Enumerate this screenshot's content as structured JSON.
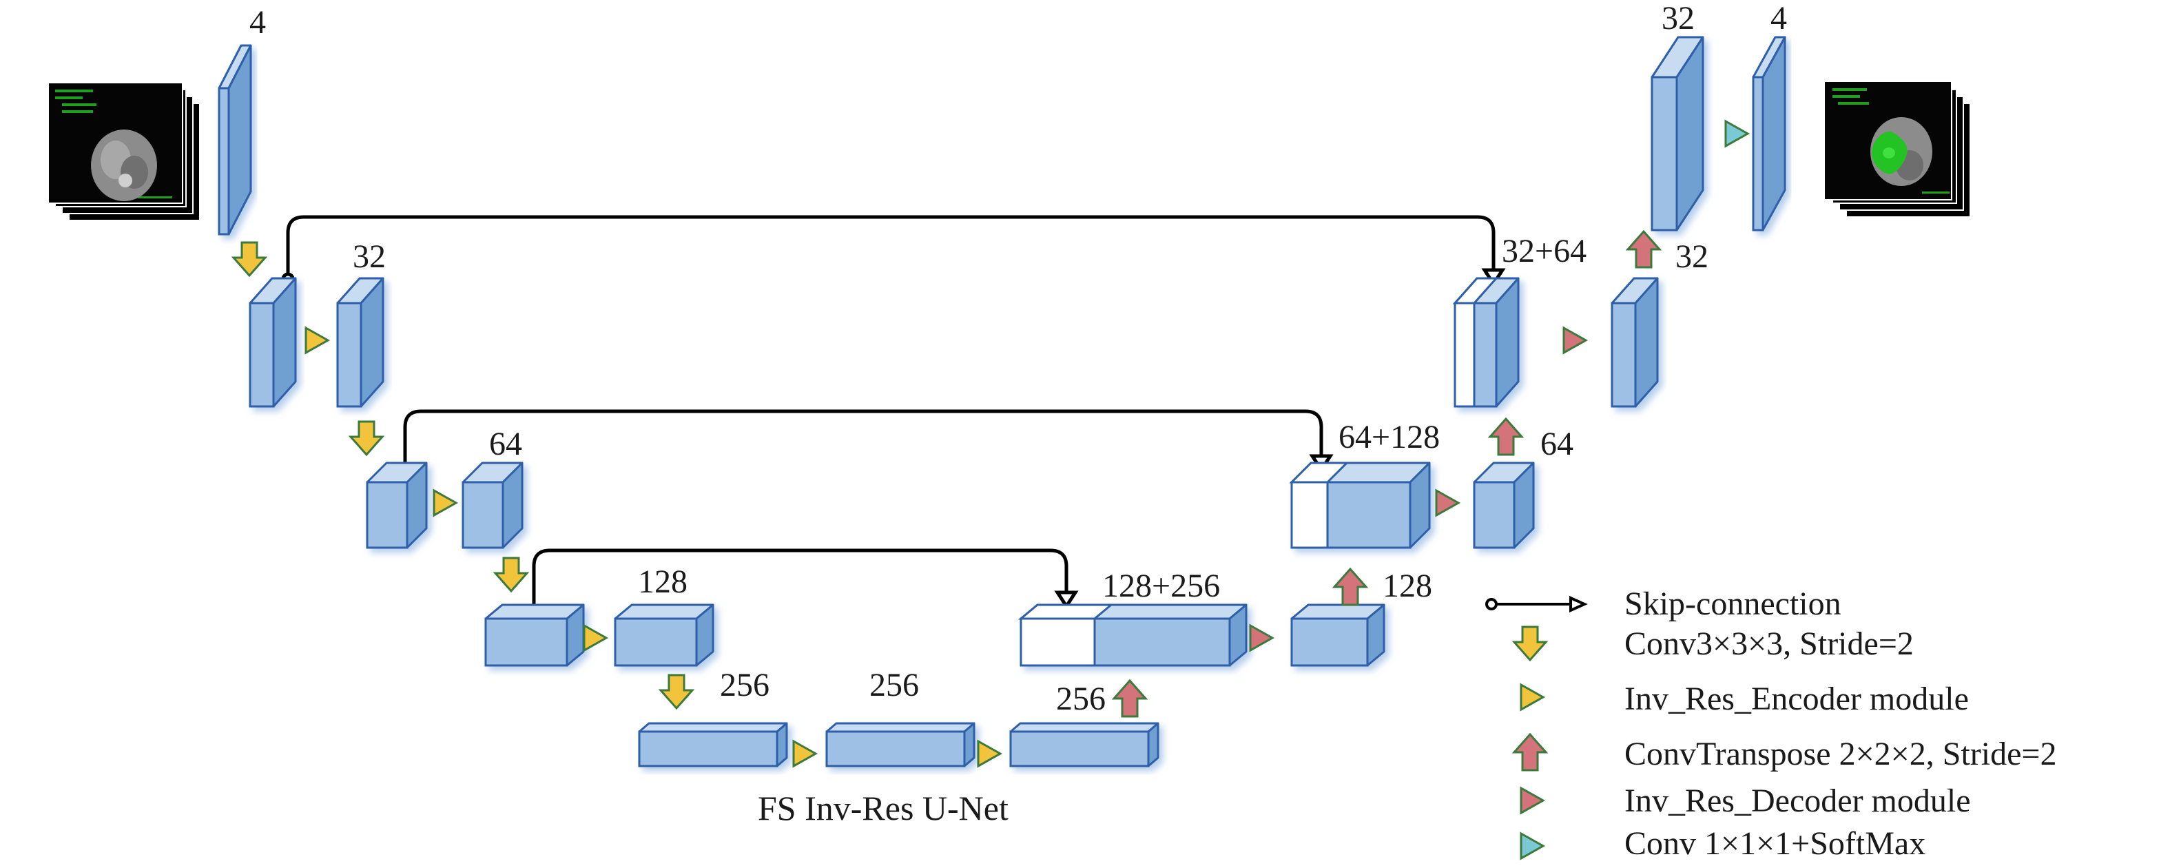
{
  "caption": "FS Inv-Res U-Net",
  "colors": {
    "block_front": "#9dc0e4",
    "block_top": "#c7dcf0",
    "block_side": "#6f9fd2",
    "block_edge": "#2e5fa8",
    "encoder_arrow": "#f2c43b",
    "down_arrow": "#f2c43b",
    "decoder_arrow": "#d5737b",
    "up_arrow": "#d5737b",
    "up_arrow_edge": "#3c7a3c",
    "softmax_arrow": "#7cc9d6",
    "skip_line": "#000000"
  },
  "images": {
    "input": {
      "name": "input-mri-stack",
      "tumor_overlay": false
    },
    "output": {
      "name": "output-segmentation-stack",
      "tumor_overlay": true
    }
  },
  "labels": {
    "input_channels": "4",
    "enc1": "32",
    "enc2": "64",
    "enc3": "128",
    "enc4": "256",
    "bottleneck": "256",
    "up4": "256",
    "dec3_concat": "128+256",
    "up3": "128",
    "dec2_concat": "64+128",
    "up2": "64",
    "dec1_concat": "32+64",
    "up1": "32",
    "out_feat": "32",
    "out_classes": "4"
  },
  "legend": [
    {
      "icon": "skip-connection-icon",
      "label": "Skip-connection"
    },
    {
      "icon": "down-arrow-icon",
      "label": "Conv3×3×3, Stride=2"
    },
    {
      "icon": "encoder-triangle-icon",
      "label": "Inv_Res_Encoder module"
    },
    {
      "icon": "up-arrow-icon",
      "label": "ConvTranspose 2×2×2, Stride=2"
    },
    {
      "icon": "decoder-triangle-icon",
      "label": "Inv_Res_Decoder module"
    },
    {
      "icon": "softmax-triangle-icon",
      "label": "Conv 1×1×1+SoftMax"
    }
  ]
}
